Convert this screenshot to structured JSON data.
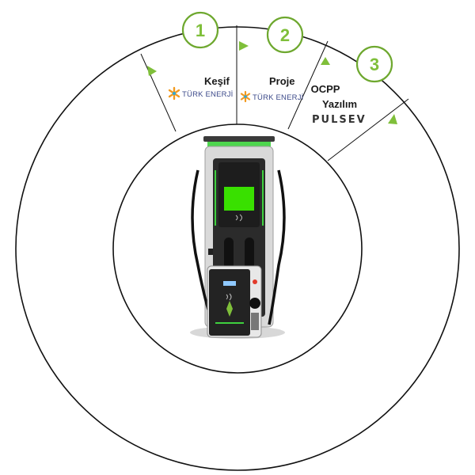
{
  "colors": {
    "accent_green": "#7fbf3a",
    "badge_stroke": "#6ea82f",
    "ring_stroke": "#111111",
    "screen_green": "#39e000"
  },
  "steps": [
    {
      "number": "1",
      "title": "Keşif",
      "brand": "TÜRK ENERJİ",
      "brand_icon": "turk-enerji-logo-icon"
    },
    {
      "number": "2",
      "title": "Proje",
      "brand": "TÜRK ENERJİ",
      "brand_icon": "turk-enerji-logo-icon"
    },
    {
      "number": "3",
      "title_lines": [
        "OCPP",
        "Yazılım"
      ],
      "brand": "PULSEV",
      "brand_icon": "pulsev-logo-icon"
    }
  ],
  "center_image": "ev-charging-stations-image"
}
